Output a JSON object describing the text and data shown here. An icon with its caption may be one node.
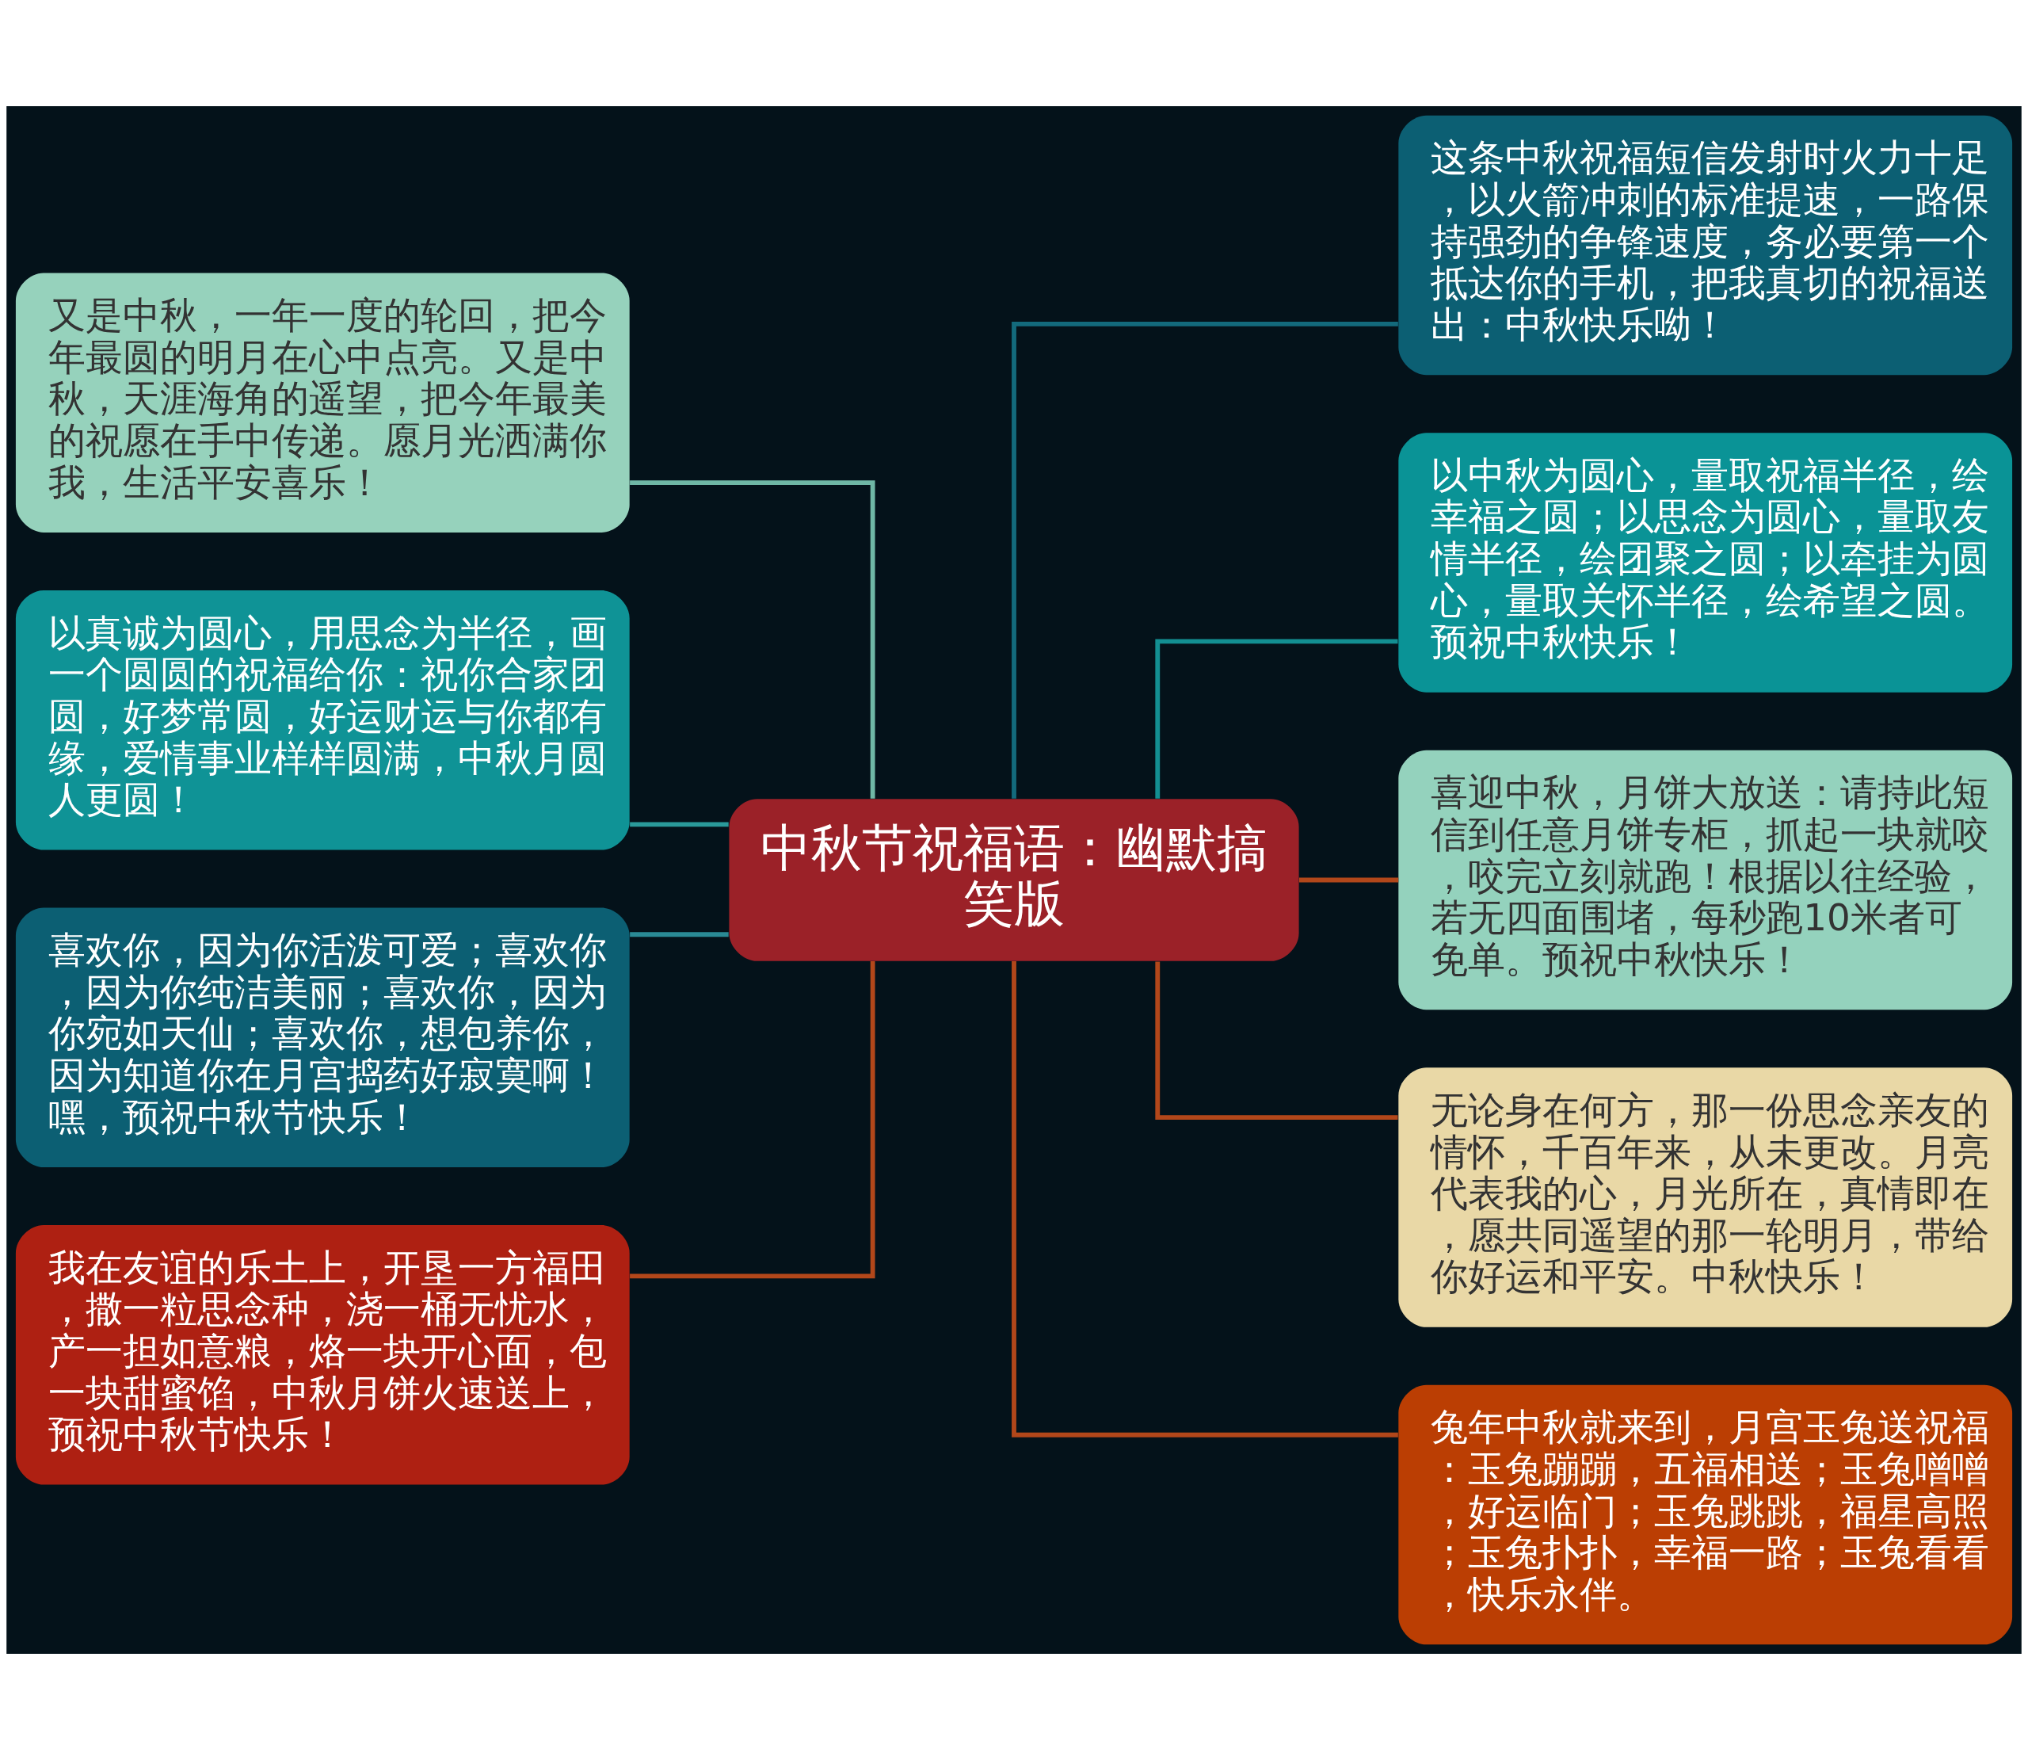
{
  "diagram": {
    "nodes": [
      {
        "text": [
          "中秋节祝福语：幽默搞笑版"
        ]
      },
      {
        "text": [
          "又是中秋，一年一度的轮回，把今年最圆的明月在心中点亮。又是中秋，天涯海角的遥望，把今年最美的祝愿在手中传递。愿月光洒满你我，生活平安喜乐！"
        ]
      },
      {
        "text": [
          "以真诚为圆心，用思念为半径，画一个圆圆的祝福给你：祝你合家团圆，好梦常圆，好运财运与你都有缘，爱情事业样样圆满，中秋月圆人更圆！"
        ]
      },
      {
        "text": [
          "喜欢你，因为你活泼可爱；喜欢你，因为你纯洁美丽；喜欢你，因为你宛如天仙；喜欢你，想包养你，因为知道你在月宫捣药好寂寞啊！嘿，预祝中秋节快乐！"
        ]
      },
      {
        "text": [
          "我在友谊的乐土上，开垦一方福田，撒一粒思念种，浇一桶无忧水，产一担如意粮，烙一块开心面，包一块甜蜜馅，中秋月饼火速送上，预祝中秋节快乐！"
        ]
      },
      {
        "text": [
          "这条中秋祝福短信发射时火力十足，以火箭冲刺的标准提速，一路保持强劲的争锋速度，务必要第一个抵达你的手机，把我真切的祝福送出：中秋快乐呦！"
        ]
      },
      {
        "text": [
          "以中秋为圆心，量取祝福半径，绘幸福之圆；以思念为圆心，量取友情半径，绘团聚之圆；以牵挂为圆心，量取关怀半径，绘希望之圆。预祝中秋快乐！"
        ]
      },
      {
        "text": [
          "喜迎中秋，月饼大放送：请持此短信到任意月饼专柜，抓起一块就咬，咬完立刻就跑！根据以往经验，若无四面围堵，每秒跑10米者可免单。预祝中秋快乐！"
        ]
      },
      {
        "text": [
          "无论身在何方，那一份思念亲友的情怀，千百年来，从未更改。月亮代表我的心，月光所在，真情即在，愿共同遥望的那一轮明月，带给你好运和平安。中秋快乐！"
        ]
      },
      {
        "text": [
          "兔年中秋就来到，月宫玉兔送祝福：玉兔蹦蹦，五福相送；玉兔噌噌，好运临门；玉兔跳跳，福星高照；玉兔扑扑，幸福一路；玉兔看看，快乐永伴。"
        ]
      }
    ],
    "edges": [
      {
        "from": 0,
        "to": 1,
        "arrow": "none",
        "color": "#6fb7a6"
      },
      {
        "from": 0,
        "to": 2,
        "arrow": "none",
        "color": "#2a9a9a"
      },
      {
        "from": 0,
        "to": 3,
        "arrow": "none",
        "color": "#2a8a95"
      },
      {
        "from": 0,
        "to": 4,
        "arrow": "none"
      },
      {
        "from": 0,
        "to": 5,
        "arrow": "none",
        "color": "#136a7c"
      },
      {
        "from": 0,
        "to": 6,
        "arrow": "none",
        "color": "#138f92"
      },
      {
        "from": 0,
        "to": 7,
        "arrow": "none"
      },
      {
        "from": 0,
        "to": 8,
        "arrow": "none"
      },
      {
        "from": 0,
        "to": 9,
        "arrow": "none"
      }
    ]
  }
}
